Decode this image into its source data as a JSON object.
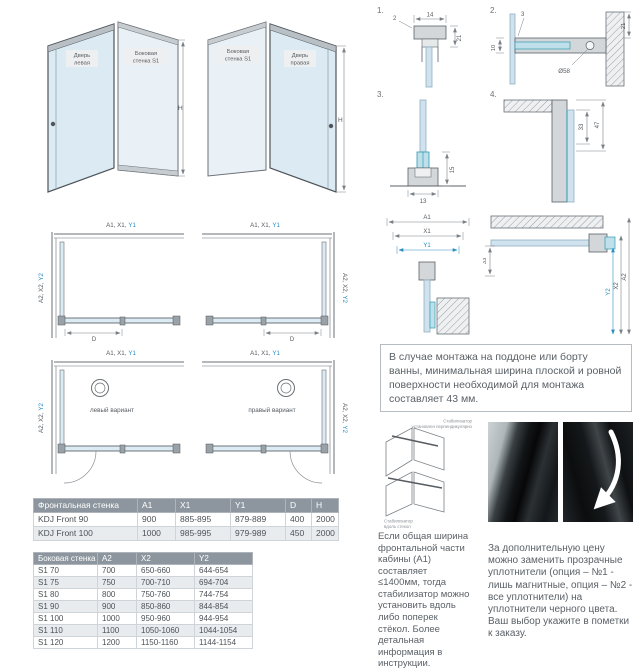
{
  "colors": {
    "accent_blue": "#2b8fbf",
    "teal": "#2f9ab0",
    "glass_blue": "#cfe2ee",
    "table_header_bg": "#8d969e",
    "table_alt_row_bg": "#e9ecee",
    "body_text": "#4c5257"
  },
  "iso_left": {
    "door_label_1": "Дверь",
    "door_label_2": "левая",
    "wall_label_1": "Боковая",
    "wall_label_2": "стенка S1",
    "h_label": "H"
  },
  "iso_right": {
    "wall_label_1": "Боковая",
    "wall_label_2": "стенка S1",
    "door_label_1": "Дверь",
    "door_label_2": "правая",
    "h_label": "H"
  },
  "plan_labels": {
    "front_dims_gray": "A1, X1,",
    "front_dims_blue": "Y1",
    "side_dims_gray": "A2, X2,",
    "side_dims_blue": "Y2",
    "d_label": "D",
    "left_variant": "левый вариант",
    "right_variant": "правый вариант"
  },
  "details": {
    "n1": "1.",
    "n2": "2.",
    "n3": "3.",
    "n4": "4.",
    "d1_dim_a": "2",
    "d1_dim_b": "14",
    "d1_dim_c": "21",
    "d2_dim_a": "3",
    "d2_dim_b": "21",
    "d2_dim_c": "Ø58",
    "d2_dim_d": "10",
    "d3_dim_a": "13",
    "d3_dim_b": "15",
    "d4_dim_a": "47",
    "d4_dim_b": "33",
    "m1_a1": "A1",
    "m1_x1": "X1",
    "m1_y1": "Y1",
    "m2_a2": "A2",
    "m2_x2": "X2",
    "m2_y2": "Y2",
    "m2_33": "33"
  },
  "note_box": {
    "text": "В случае монтажа на поддоне или борту ванны, минимальная ширина плоской и ровной поверхности необходимой для монтажа составляет 43 мм."
  },
  "stabilizer": {
    "caption1_line1": "Стабилизатор",
    "caption1_line2": "установлен перпендикулярно",
    "caption2_line1": "Стабилизатор",
    "caption2_line2": "вдоль стекол",
    "paragraph": "Если общая ширина фронтальной части кабины (A1) составляет ≤1400мм, тогда стабилизатор можно установить вдоль либо поперек стёкол. Более детальная информация в инструкции."
  },
  "seals": {
    "paragraph": "За дополнительную цену можно заменить прозрачные уплотнители (опция – №1 - лишь магнитные, опция – №2 - все уплотнители) на уплотнители черного цвета. Ваш выбор укажите в пометки к заказу."
  },
  "front_table": {
    "title": "Фронтальная стенка",
    "headers": [
      "A1",
      "X1",
      "Y1",
      "D",
      "H"
    ],
    "rows": [
      {
        "name": "KDJ Front 90",
        "values": [
          "900",
          "885-895",
          "879-889",
          "400",
          "2000"
        ]
      },
      {
        "name": "KDJ Front 100",
        "values": [
          "1000",
          "985-995",
          "979-989",
          "450",
          "2000"
        ]
      }
    ]
  },
  "side_table": {
    "title": "Боковая стенка S1",
    "headers": [
      "A2",
      "X2",
      "Y2"
    ],
    "rows": [
      {
        "name": "S1 70",
        "values": [
          "700",
          "650-660",
          "644-654"
        ]
      },
      {
        "name": "S1 75",
        "values": [
          "750",
          "700-710",
          "694-704"
        ]
      },
      {
        "name": "S1 80",
        "values": [
          "800",
          "750-760",
          "744-754"
        ]
      },
      {
        "name": "S1 90",
        "values": [
          "900",
          "850-860",
          "844-854"
        ]
      },
      {
        "name": "S1 100",
        "values": [
          "1000",
          "950-960",
          "944-954"
        ]
      },
      {
        "name": "S1 110",
        "values": [
          "1100",
          "1050-1060",
          "1044-1054"
        ]
      },
      {
        "name": "S1 120",
        "values": [
          "1200",
          "1150-1160",
          "1144-1154"
        ]
      }
    ]
  }
}
